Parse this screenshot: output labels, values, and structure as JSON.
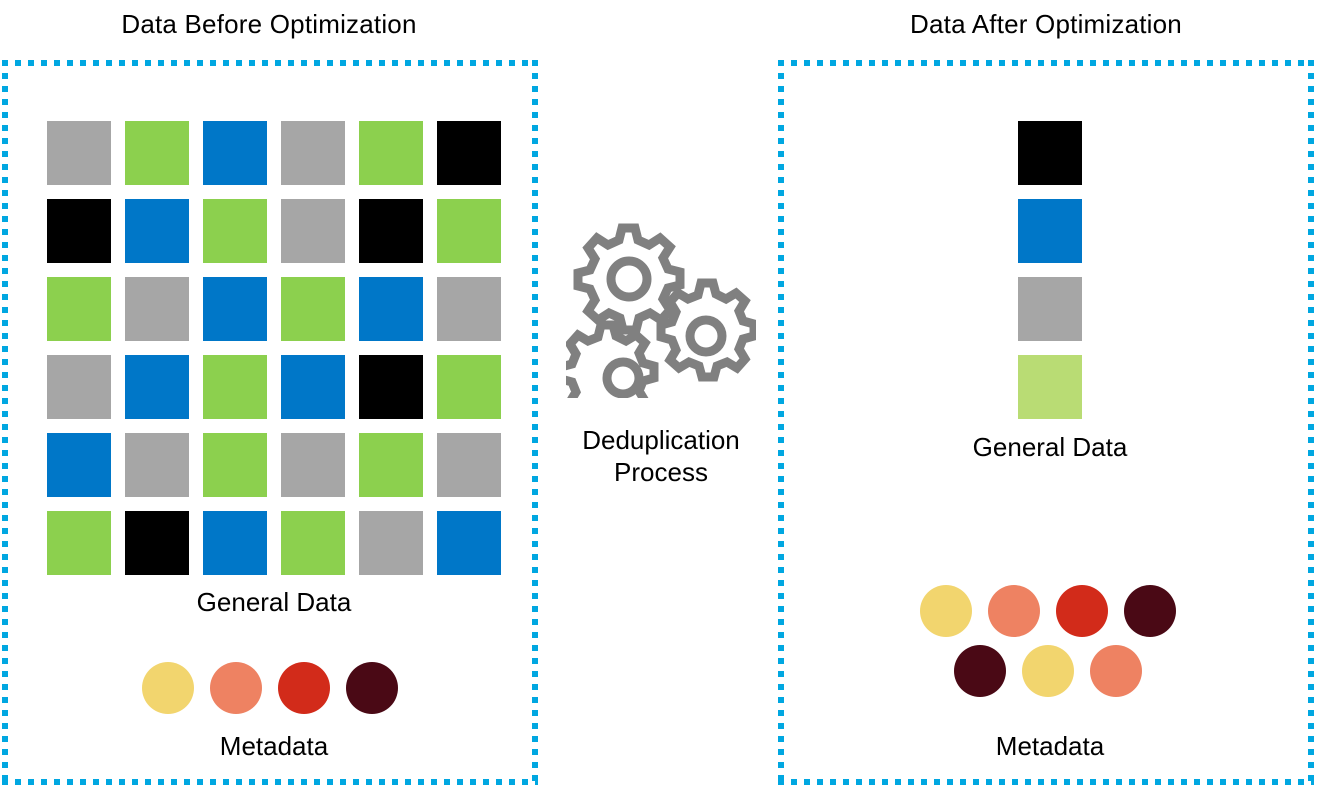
{
  "colors": {
    "accent_border": "#00a7e1",
    "gray": "#a6a6a6",
    "green": "#8cd04e",
    "green_light": "#b9dc74",
    "blue": "#0077c8",
    "black": "#000000",
    "meta_yellow": "#f2d56e",
    "meta_salmon": "#ee8262",
    "meta_red": "#d22b1a",
    "meta_maroon": "#4a0915",
    "gear_gray": "#808080"
  },
  "panels": {
    "before": {
      "title": "Data Before Optimization",
      "general_data_label": "General Data",
      "metadata_label": "Metadata",
      "grid": {
        "columns": 6,
        "rows": 6,
        "cells": [
          "gray",
          "green",
          "blue",
          "gray",
          "green",
          "black",
          "black",
          "blue",
          "green",
          "gray",
          "black",
          "green",
          "green",
          "gray",
          "blue",
          "green",
          "blue",
          "gray",
          "gray",
          "blue",
          "green",
          "blue",
          "black",
          "green",
          "blue",
          "gray",
          "green",
          "gray",
          "green",
          "gray",
          "green",
          "black",
          "blue",
          "green",
          "gray",
          "blue"
        ]
      },
      "metadata_rows": [
        [
          "meta_yellow",
          "meta_salmon",
          "meta_red",
          "meta_maroon"
        ]
      ]
    },
    "after": {
      "title": "Data After Optimization",
      "general_data_label": "General Data",
      "metadata_label": "Metadata",
      "grid": {
        "columns": 1,
        "rows": 4,
        "cells": [
          "black",
          "blue",
          "gray",
          "green_light"
        ]
      },
      "metadata_rows": [
        [
          "meta_yellow",
          "meta_salmon",
          "meta_red",
          "meta_maroon"
        ],
        [
          "meta_maroon",
          "meta_yellow",
          "meta_salmon"
        ]
      ]
    }
  },
  "center": {
    "icon_name": "gears-icon",
    "label_line1": "Deduplication",
    "label_line2": "Process"
  }
}
